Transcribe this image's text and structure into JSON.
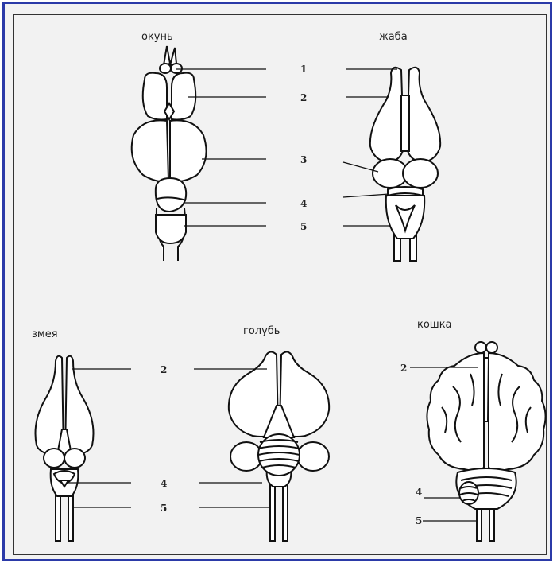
{
  "animals": {
    "perch": "окунь",
    "toad": "жаба",
    "snake": "змея",
    "pigeon": "голубь",
    "cat": "кошка"
  },
  "part_numbers": {
    "n1": "1",
    "n2": "2",
    "n3": "3",
    "n4": "4",
    "n5": "5"
  },
  "colors": {
    "frame_border": "#2b3aa8",
    "background": "#f2f2f2",
    "ink": "#111111"
  }
}
